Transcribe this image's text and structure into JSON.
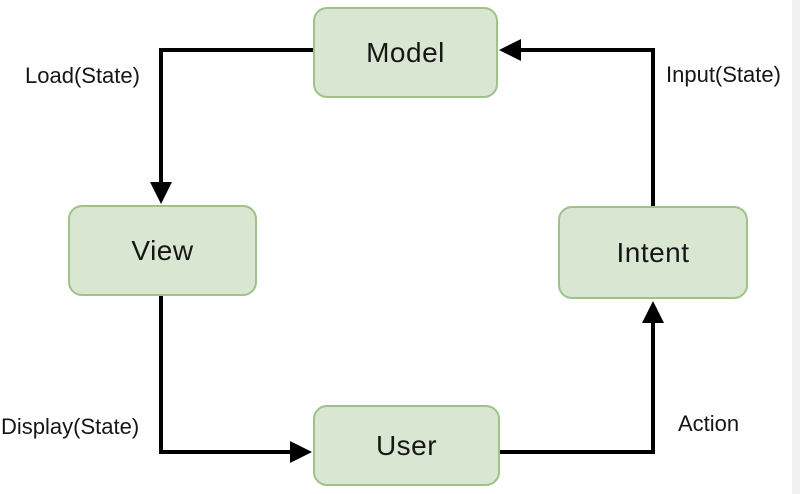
{
  "diagram": {
    "nodes": [
      {
        "id": "model",
        "label": "Model"
      },
      {
        "id": "view",
        "label": "View"
      },
      {
        "id": "intent",
        "label": "Intent"
      },
      {
        "id": "user",
        "label": "User"
      }
    ],
    "edges": [
      {
        "from": "model",
        "to": "view",
        "label": "Load(State)"
      },
      {
        "from": "view",
        "to": "user",
        "label": "Display(State)"
      },
      {
        "from": "user",
        "to": "intent",
        "label": "Action"
      },
      {
        "from": "intent",
        "to": "model",
        "label": "Input(State)"
      }
    ],
    "colors": {
      "node_fill": "#d9e7d2",
      "node_border": "#9fc18a",
      "arrow": "#000000",
      "background": "#ffffff",
      "right_strip": "#f1f1f4",
      "text": "#161616"
    }
  }
}
